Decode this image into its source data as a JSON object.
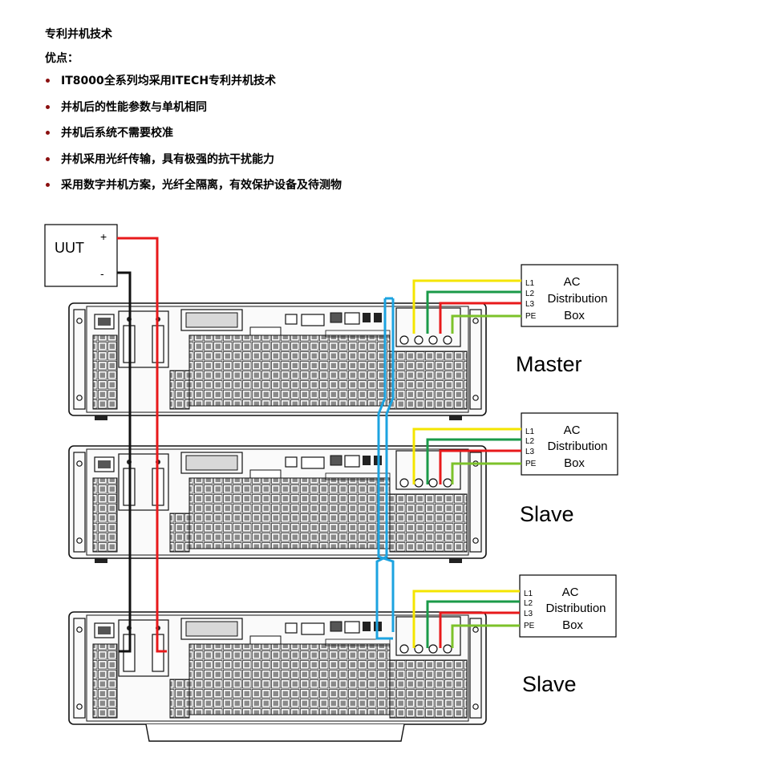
{
  "title": "专利并机技术",
  "subtitle": "优点：",
  "bullets": [
    "IT8000全系列均采用ITECH专利并机技术",
    "并机后的性能参数与单机相同",
    "并机后系统不需要校准",
    "并机采用光纤传输，具有极强的抗干扰能力",
    "采用数字并机方案，光纤全隔离，有效保护设备及待测物"
  ],
  "uut": {
    "label": "UUT",
    "plus": "+",
    "minus": "-"
  },
  "units": [
    {
      "role": "Master"
    },
    {
      "role": "Slave"
    },
    {
      "role": "Slave"
    }
  ],
  "ac_box": {
    "line1": "AC",
    "line2": "Distribution",
    "line3": "Box",
    "terminals": [
      "L1",
      "L2",
      "L3",
      "PE"
    ]
  },
  "colors": {
    "bullet": "#8b1010",
    "positive_wire": "#e8191b",
    "negative_wire": "#111111",
    "fiber": "#1ca3e0",
    "L1": "#f4e500",
    "L2": "#1a9a48",
    "L3": "#e8191b",
    "PE": "#7cc22a"
  }
}
